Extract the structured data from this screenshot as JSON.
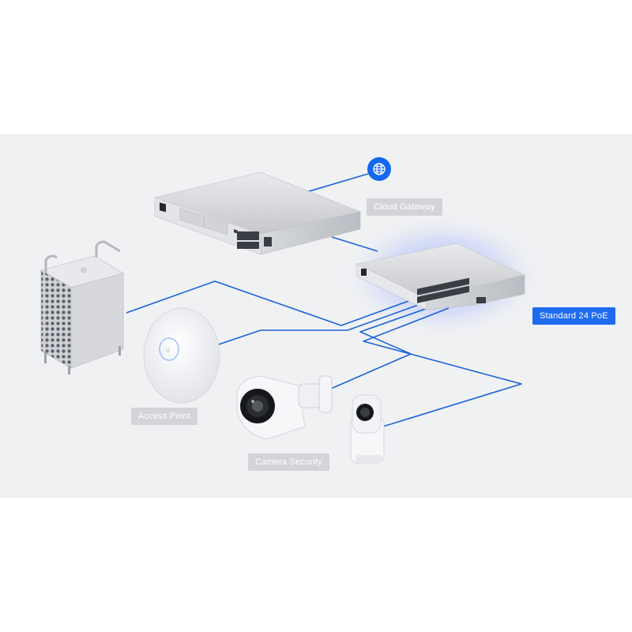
{
  "labels": {
    "cloud_gateway": "Cloud Gateway",
    "switch": "Standard 24 PoE",
    "access_point": "Access Point",
    "camera": "Camera Security"
  },
  "icons": {
    "internet": "globe-icon"
  },
  "colors": {
    "background_panel": "#f0f1f3",
    "cable": "#1a64d6",
    "highlight_tag": "#1e6bf0",
    "muted_tag": "#d2d4d8",
    "device_silver": "#d9dbdf",
    "port_dark": "#3a3d44"
  }
}
